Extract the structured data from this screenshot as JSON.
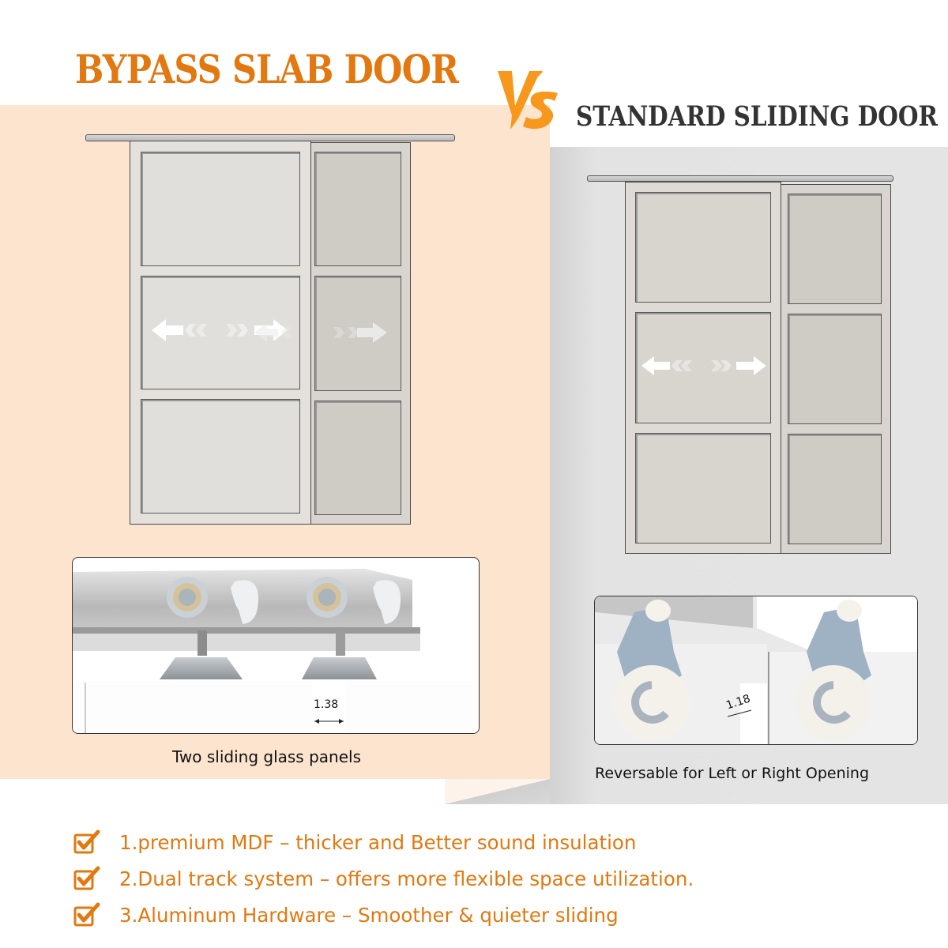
{
  "header": {
    "left_title": "BYPASS SLAB DOOR",
    "vs_label": "VS",
    "right_title": "STANDARD SLIDING DOOR"
  },
  "left_section": {
    "illustration": {
      "description": "bypass slab door, two overlapping 3-pane panels on dual top track",
      "arrows": [
        "double-headed-arrow",
        "double-headed-arrow"
      ]
    },
    "photo": {
      "description": "dual track roller hardware close-up",
      "dimension_label": "1.38"
    },
    "caption": "Two sliding glass panels"
  },
  "right_section": {
    "illustration": {
      "description": "standard sliding door, two overlapping 3-pane panels on single track",
      "arrows": [
        "double-headed-arrow"
      ]
    },
    "photo": {
      "description": "reversible roller bracket hardware close-up",
      "dimension_label": "1.18"
    },
    "caption": "Reversable for Left or Right Opening"
  },
  "features": [
    {
      "icon": "checkbox-checked-icon",
      "text": "1.premium MDF – thicker and Better sound insulation"
    },
    {
      "icon": "checkbox-checked-icon",
      "text": "2.Dual track system – offers more flexible space utilization."
    },
    {
      "icon": "checkbox-checked-icon",
      "text": "3.Aluminum Hardware – Smoother & quieter sliding"
    }
  ],
  "colors": {
    "accent_orange": "#e2780f",
    "vs_orange": "#f7981d",
    "left_bg_peach": "#fce4cf",
    "right_bg_grey": "#e4e4e4",
    "dark_text": "#333333"
  }
}
